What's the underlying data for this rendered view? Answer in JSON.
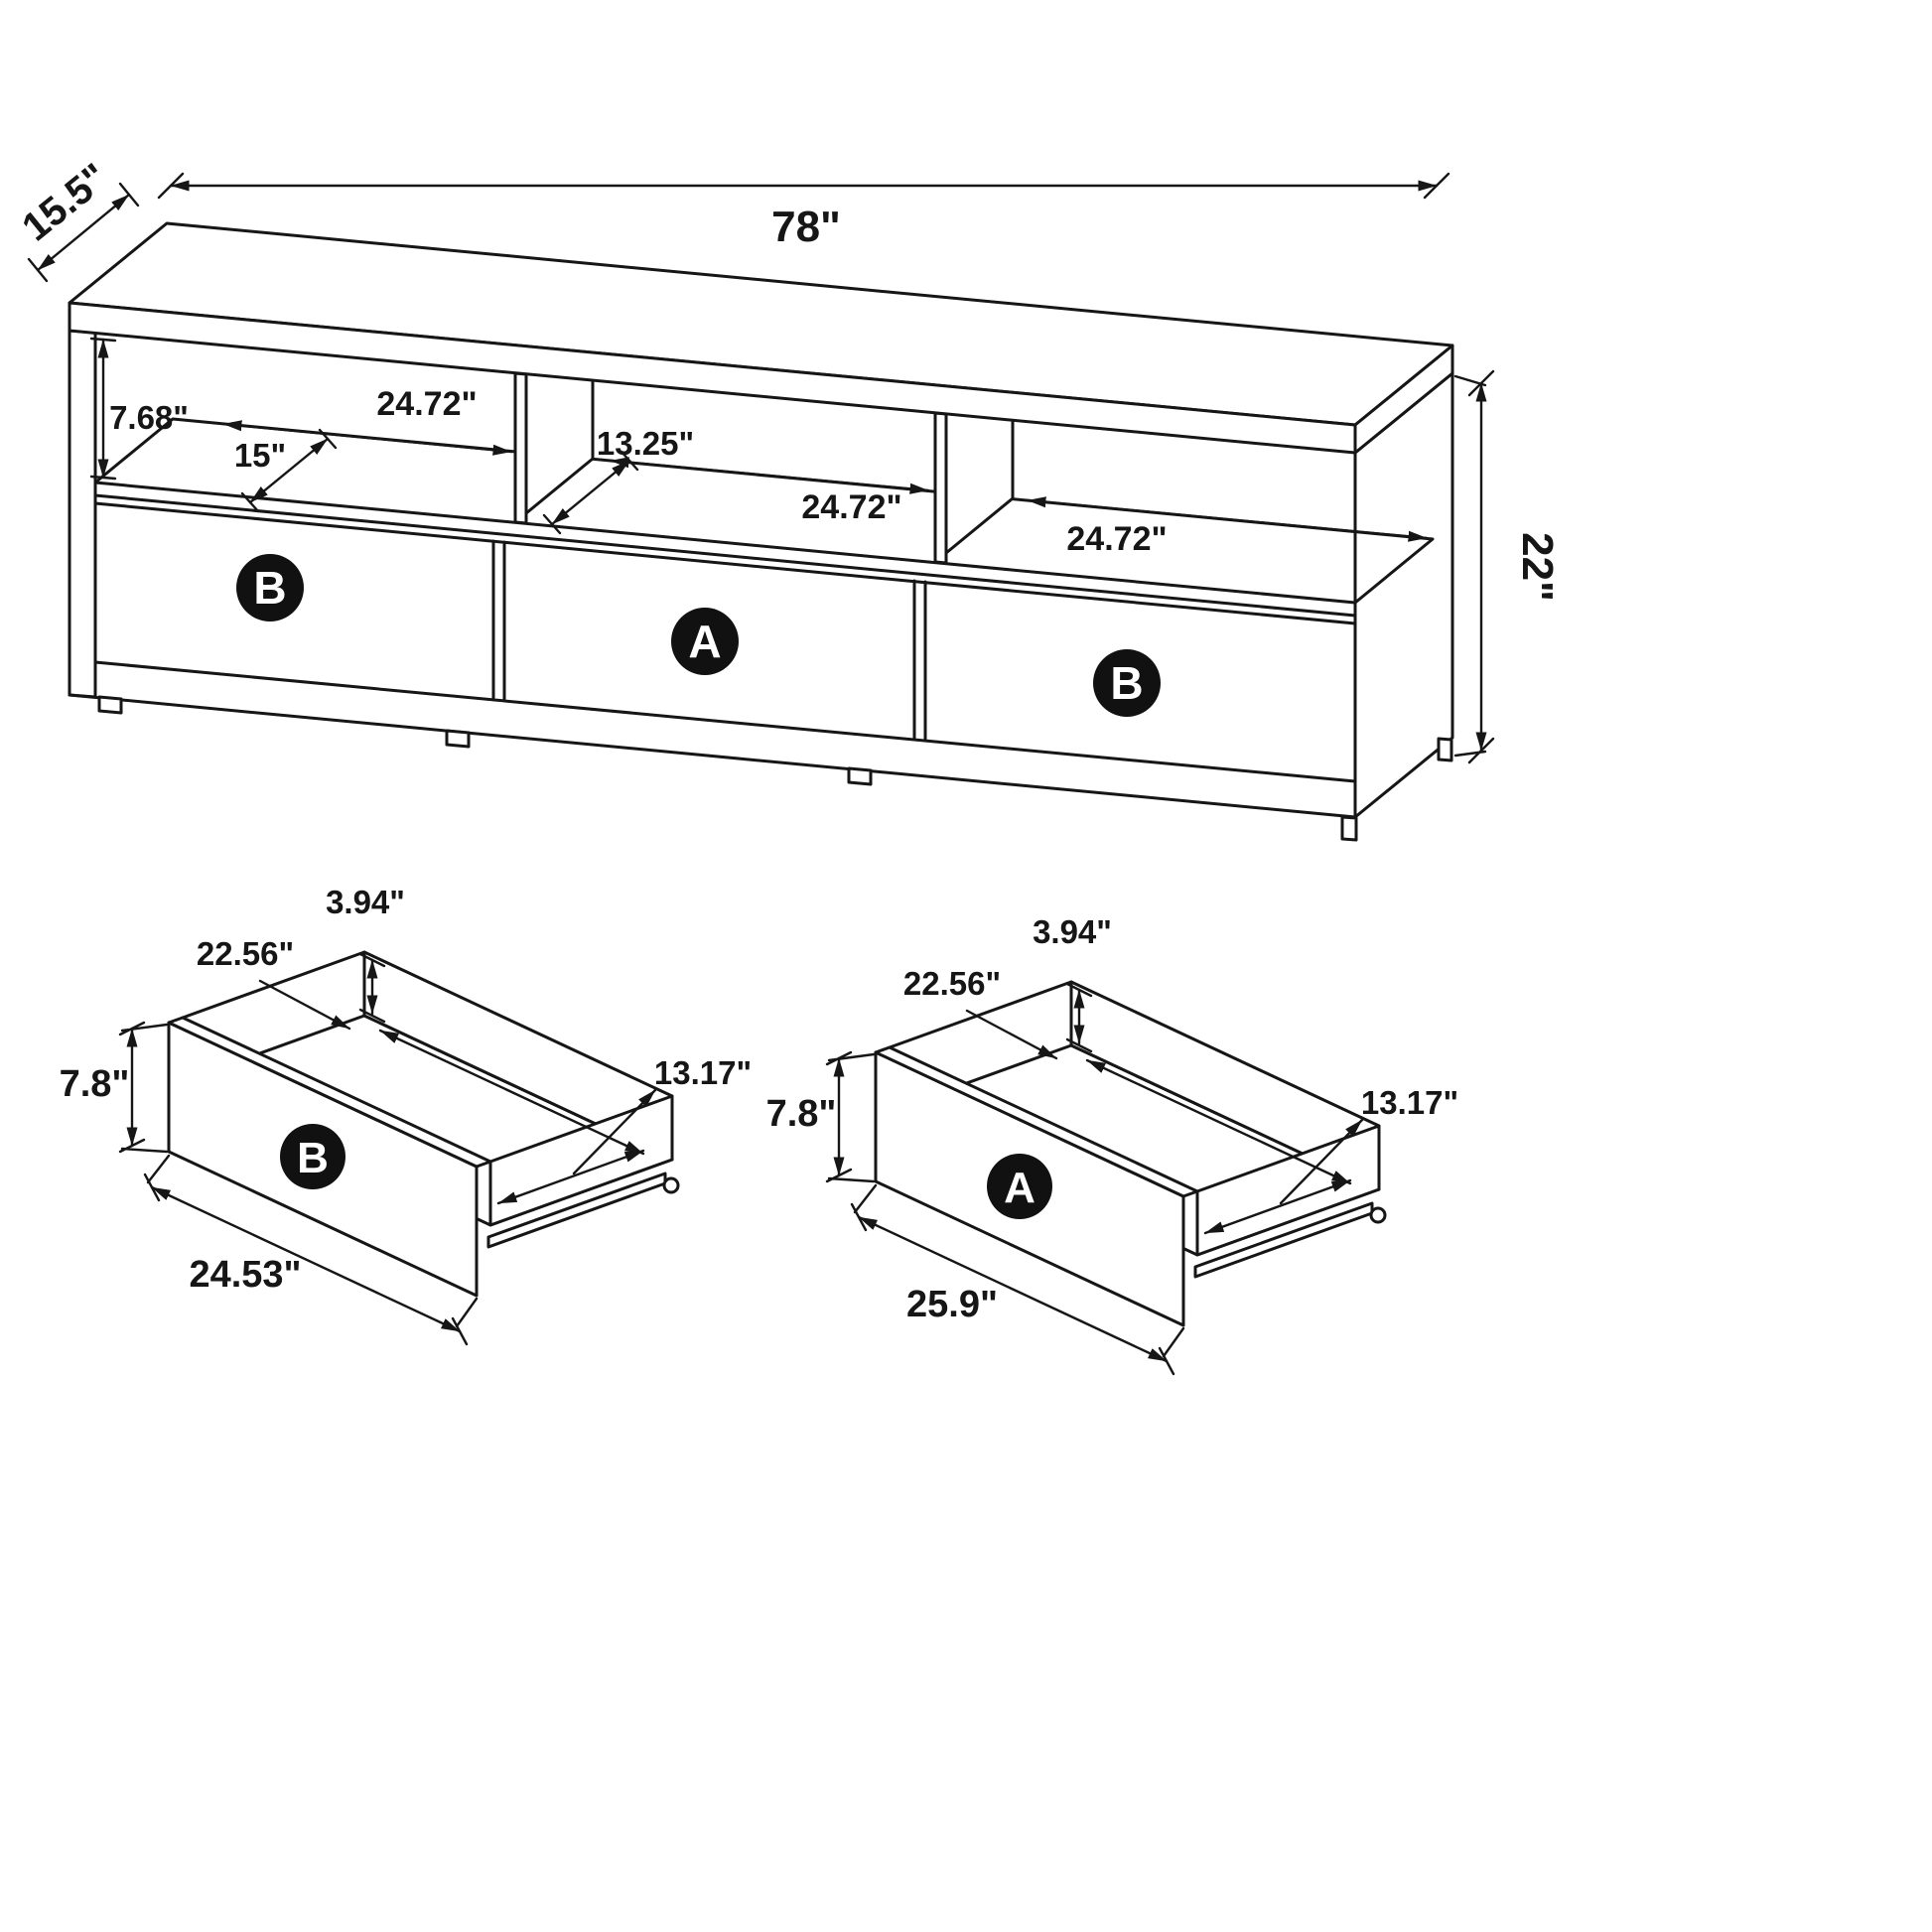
{
  "colors": {
    "line": "#161616",
    "background": "#ffffff",
    "badge_fill": "#111111",
    "badge_text": "#ffffff"
  },
  "stand_view": {
    "overall_width": "78\"",
    "overall_depth": "15.5\"",
    "overall_height": "22\"",
    "opening_height": "7.68\"",
    "opening_depth": "15\"",
    "divider_depth": "13.25\"",
    "opening_width_left": "24.72\"",
    "opening_width_center": "24.72\"",
    "opening_width_right": "24.72\"",
    "drawer_left_label": "B",
    "drawer_center_label": "A",
    "drawer_right_label": "B"
  },
  "drawer_b_view": {
    "label": "B",
    "front_width": "24.53\"",
    "front_height": "7.8\"",
    "interior_width": "22.56\"",
    "interior_depth": "13.17\"",
    "interior_height": "3.94\""
  },
  "drawer_a_view": {
    "label": "A",
    "front_width": "25.9\"",
    "front_height": "7.8\"",
    "interior_width": "22.56\"",
    "interior_depth": "13.17\"",
    "interior_height": "3.94\""
  }
}
